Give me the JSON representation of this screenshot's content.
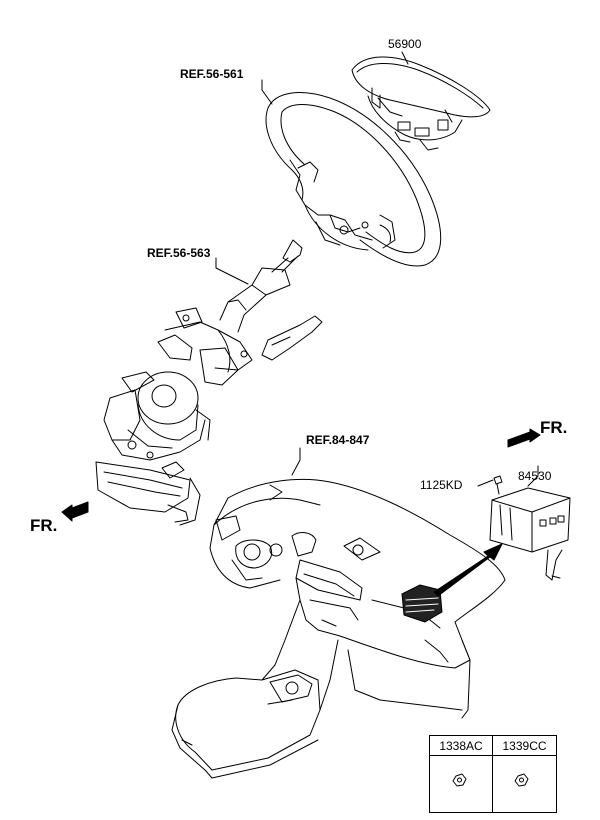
{
  "labels": {
    "airbag_driver": "56900",
    "ref_steering_wheel": "REF.56-561",
    "ref_steering_column": "REF.56-563",
    "ref_crash_pad": "REF.84-847",
    "bolt": "1125KD",
    "airbag_passenger": "84530",
    "fr_right": "FR.",
    "fr_left": "FR."
  },
  "hardware_table": {
    "col1": "1338AC",
    "col2": "1339CC"
  }
}
